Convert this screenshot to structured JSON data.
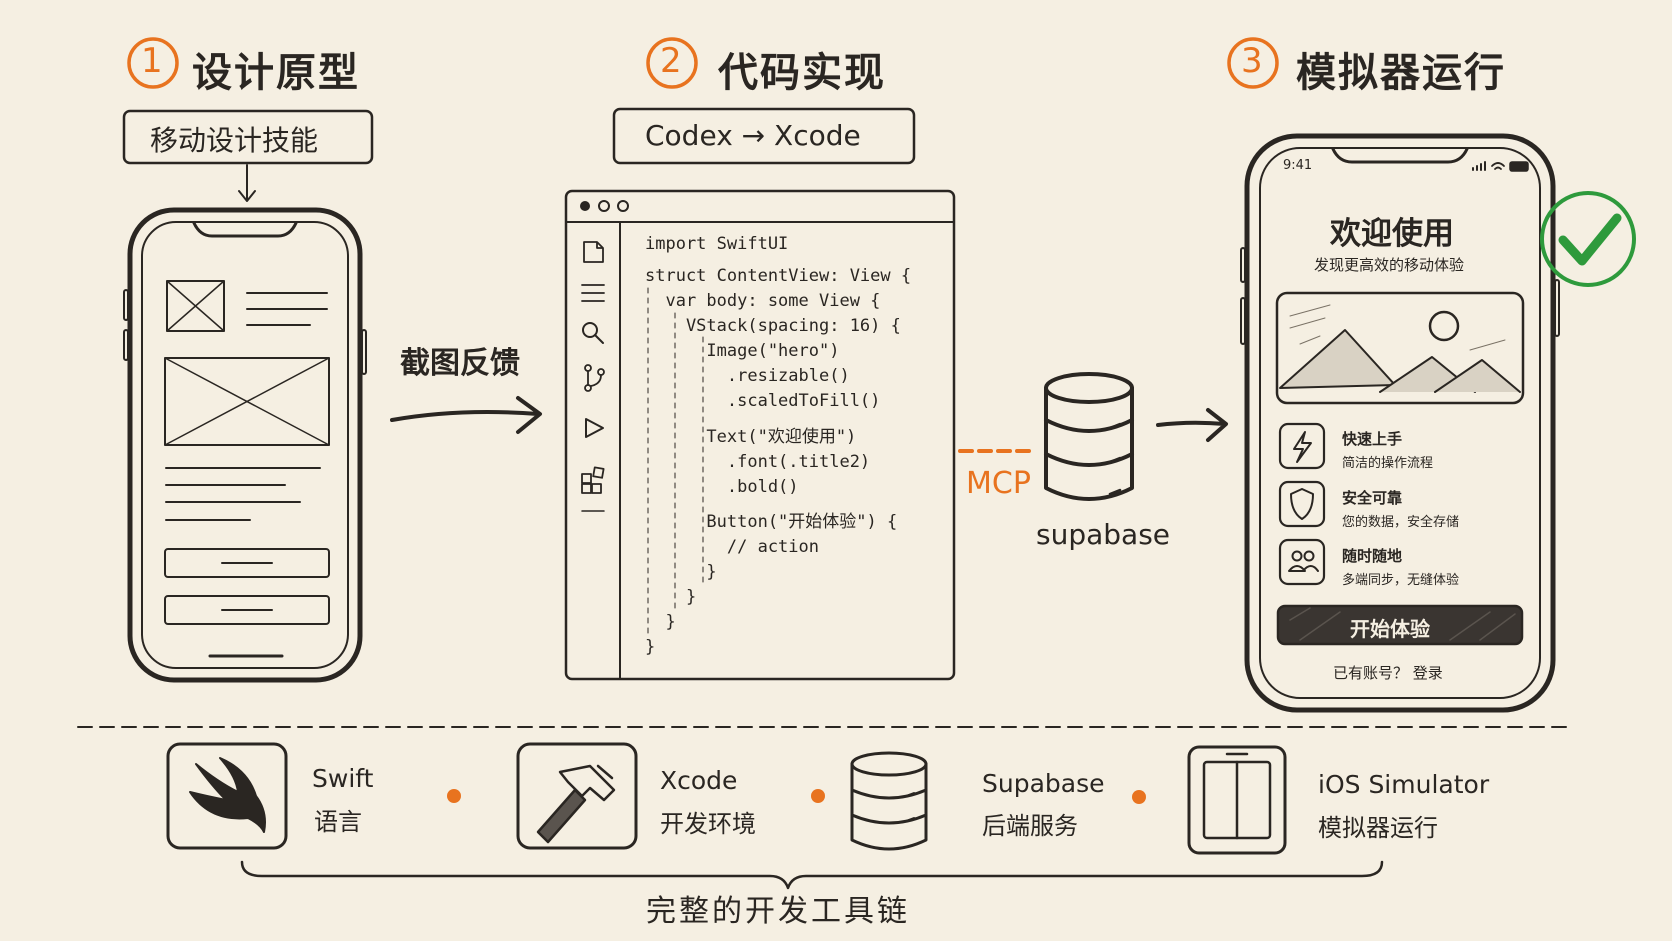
{
  "steps": [
    {
      "num": "1",
      "title": "设计原型",
      "tag": "移动设计技能"
    },
    {
      "num": "2",
      "title": "代码实现",
      "tag": "Codex → Xcode"
    },
    {
      "num": "3",
      "title": "模拟器运行"
    }
  ],
  "arrow_label": "截图反馈",
  "mcp_label": "MCP",
  "db_label": "supabase",
  "code_lines": [
    "import SwiftUI",
    "struct ContentView: View {",
    "  var body: some View {",
    "    VStack(spacing: 16) {",
    "      Image(\"hero\")",
    "        .resizable()",
    "        .scaledToFill()",
    "      Text(\"欢迎使用\")",
    "        .font(.title2)",
    "        .bold()",
    "      Button(\"开始体验\") {",
    "        // action",
    "      }",
    "    }",
    "  }",
    "}"
  ],
  "phone": {
    "time": "9:41",
    "title": "欢迎使用",
    "subtitle": "发现更高效的移动体验",
    "features": [
      {
        "icon": "lightning-icon",
        "title": "快速上手",
        "desc": "简洁的操作流程"
      },
      {
        "icon": "shield-icon",
        "title": "安全可靠",
        "desc": "您的数据，安全存储"
      },
      {
        "icon": "users-icon",
        "title": "随时随地",
        "desc": "多端同步，无缝体验"
      }
    ],
    "cta": "开始体验",
    "login": "已有账号？ 登录"
  },
  "tools": [
    {
      "icon": "swift-icon",
      "name": "Swift",
      "sub": "语言"
    },
    {
      "icon": "hammer-icon",
      "name": "Xcode",
      "sub": "开发环境"
    },
    {
      "icon": "database-icon",
      "name": "Supabase",
      "sub": "后端服务"
    },
    {
      "icon": "simulator-icon",
      "name": "iOS Simulator",
      "sub": "模拟器运行"
    }
  ],
  "footer": "完整的开发工具链",
  "colors": {
    "accent": "#e8731f",
    "ink": "#2a2622",
    "check": "#2e9a3c",
    "paper": "#f5efe2"
  }
}
